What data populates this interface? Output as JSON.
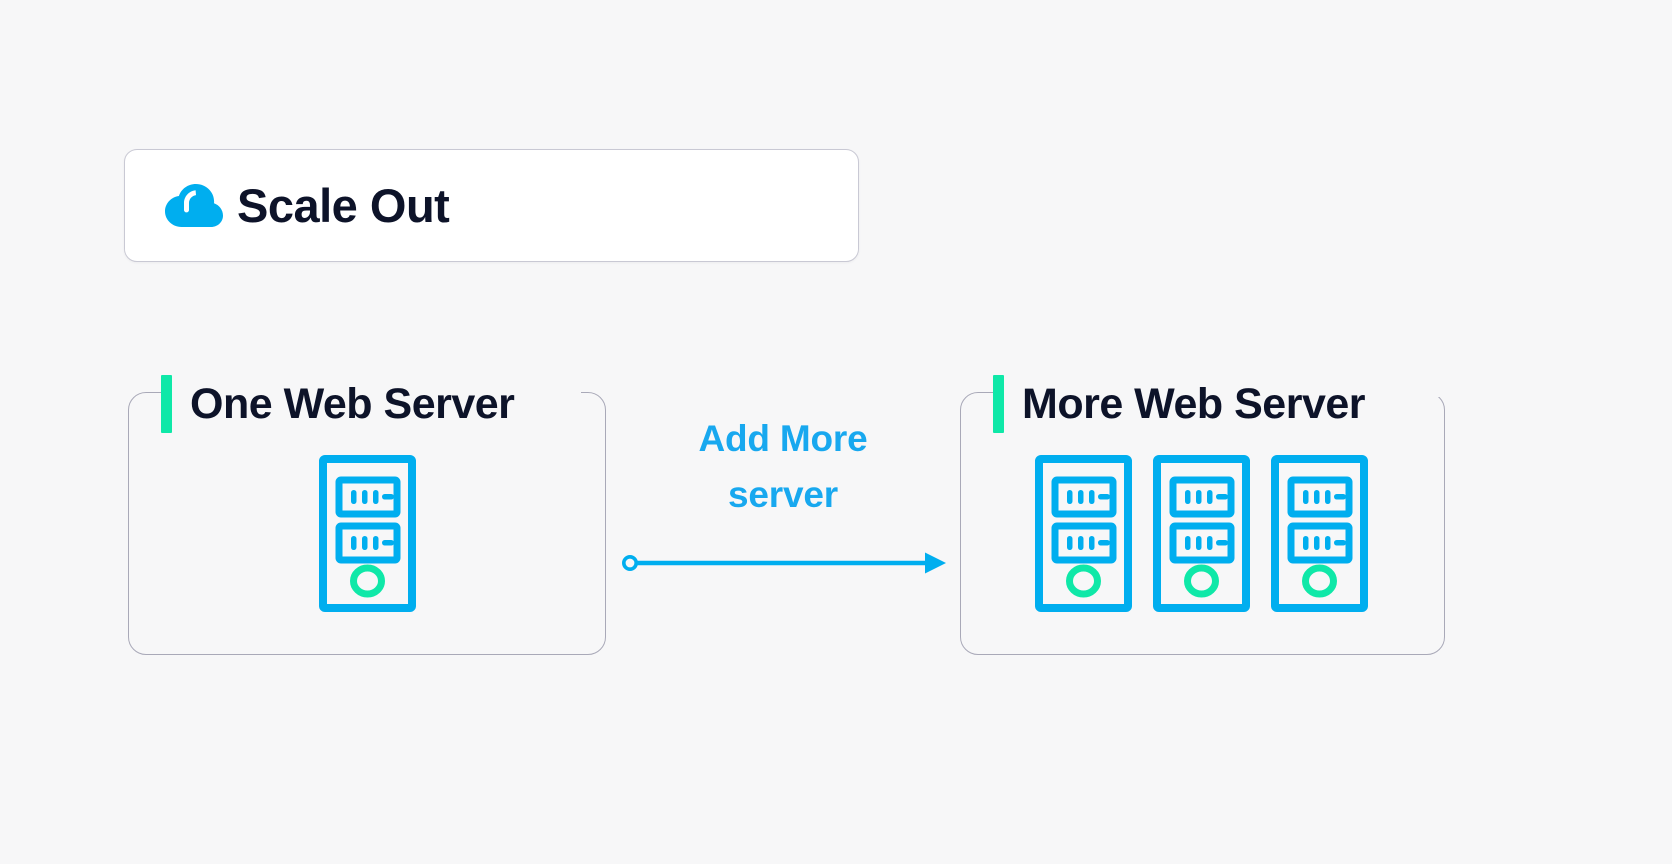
{
  "background_color": "#f7f7f8",
  "colors": {
    "accent_blue": "#00aeef",
    "label_blue": "#18a8ef",
    "accent_green": "#0fe8a8",
    "title_navy": "#0d1329",
    "panel_border": "#a9a9b8",
    "card_border": "#c9c9d4",
    "card_background": "#ffffff"
  },
  "header": {
    "icon": "cloud-icon",
    "title": "Scale Out"
  },
  "panels": [
    {
      "id": "one-web-server",
      "title": "One Web Server",
      "accent_color": "#0fe8a8",
      "server_count": 1,
      "server_icon": "server-tower-icon"
    },
    {
      "id": "more-web-server",
      "title": "More Web Server",
      "accent_color": "#0fe8a8",
      "server_count": 3,
      "server_icon": "server-tower-icon"
    }
  ],
  "flow": {
    "label_line1": "Add More",
    "label_line2": "server",
    "arrow_icon": "arrow-right-icon",
    "arrow_start_icon": "circle-endpoint-icon",
    "color": "#18a8ef"
  }
}
